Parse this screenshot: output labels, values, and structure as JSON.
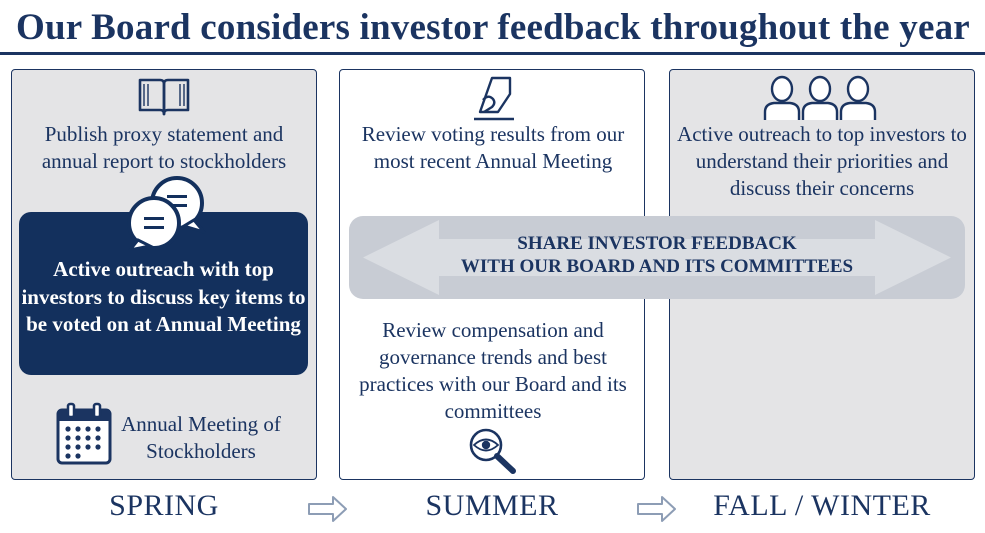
{
  "title": "Our Board considers investor feedback throughout the year",
  "spring": {
    "publish_text": "Publish proxy statement and annual report to stockholders",
    "outreach_text": "Active outreach with top investors to discuss key items to be voted on at Annual Meeting",
    "meeting_text": "Annual Meeting of Stockholders",
    "label": "SPRING"
  },
  "summer": {
    "review_voting_text": "Review voting results from our most recent Annual Meeting",
    "review_comp_text": "Review compensation and governance trends and best practices with our Board and its committees",
    "label": "SUMMER"
  },
  "fall": {
    "outreach_text": "Active outreach to top investors to understand their priorities and discuss their concerns",
    "label": "FALL / WINTER"
  },
  "share_feedback": {
    "line1": "SHARE INVESTOR FEEDBACK",
    "line2": "WITH OUR BOARD AND ITS COMMITTEES"
  },
  "icons": [
    "book-icon",
    "chat-bubbles-icon",
    "calendar-icon",
    "ballot-icon",
    "people-icon",
    "magnifier-eye-icon",
    "right-arrow-icon"
  ],
  "colors": {
    "navy": "#1b3461",
    "dark_box": "#13305d",
    "panel_gray": "#e4e4e6",
    "band_gray": "#c8ccd4"
  }
}
